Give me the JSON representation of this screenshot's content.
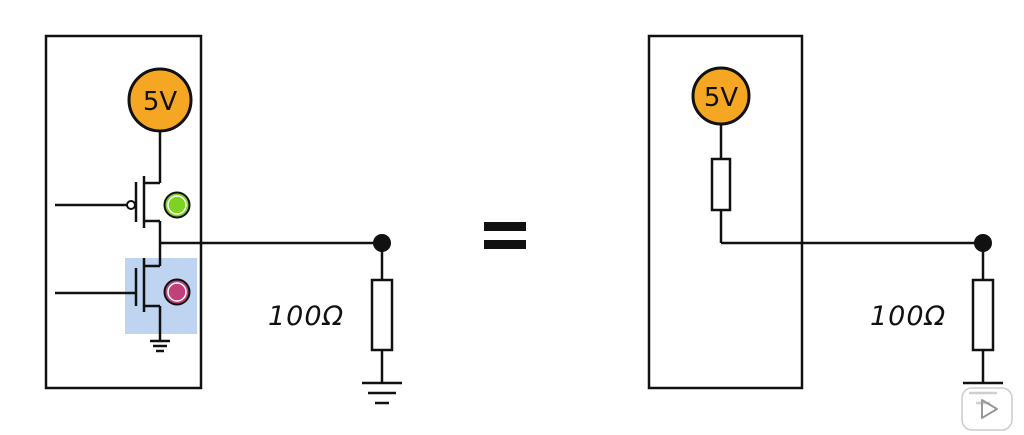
{
  "left_circuit": {
    "source_label": "5V",
    "resistor_label": "100Ω",
    "high_side_indicator_color": "#7ed321",
    "low_side_indicator_color": "#c0407a",
    "highlight_color": "#b3cdee"
  },
  "equals_sign": "=",
  "right_circuit": {
    "source_label": "5V",
    "resistor_label": "100Ω"
  },
  "colors": {
    "source_fill": "#f5a623",
    "line": "#111111"
  },
  "icons": [
    "play-icon"
  ]
}
